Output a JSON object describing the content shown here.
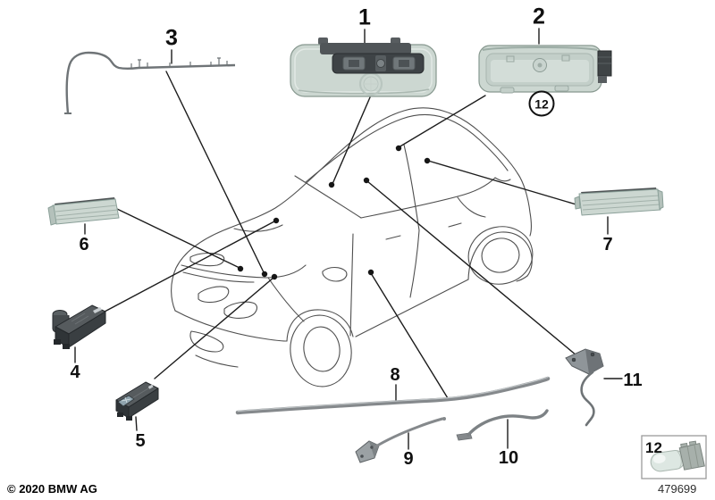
{
  "callouts": {
    "1": "1",
    "2": "2",
    "3": "3",
    "4": "4",
    "5": "5",
    "6": "6",
    "7": "7",
    "8": "8",
    "9": "9",
    "10": "10",
    "11": "11",
    "12_circled": "12",
    "12_boxed": "12"
  },
  "footer": {
    "copyright": "© 2020 BMW AG",
    "document_number": "479699"
  },
  "colors": {
    "callout_text": "#101010",
    "leader_line": "#1c1c1c",
    "car_outline": "#4f4f4f",
    "light_body": "#ccd7d1",
    "light_border": "#87988f",
    "dark_panel": "#3e4346",
    "dark_module": "#2f3437",
    "strip_gray": "#85898c",
    "bracket_gray": "#8f9599",
    "bulb_glass": "#dde7e2",
    "bulb_base": "#a7b0ab"
  }
}
